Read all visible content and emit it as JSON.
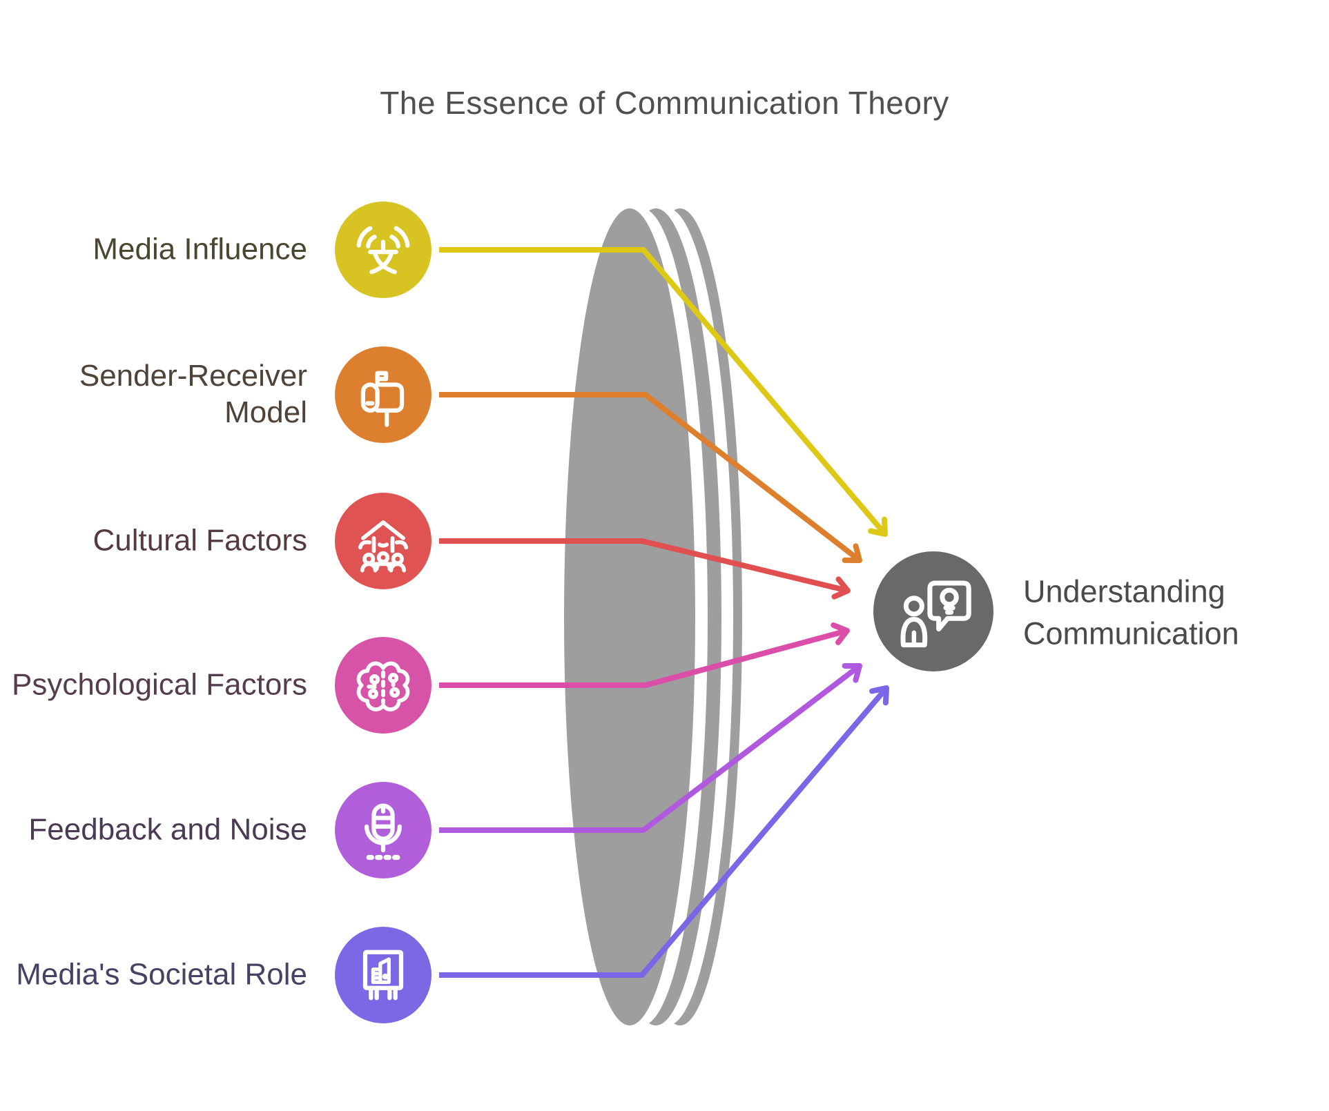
{
  "title": "The Essence of Communication Theory",
  "title_color": "#4f4f4f",
  "lens_color": "#9e9e9e",
  "rows": [
    {
      "label": "Media Influence",
      "icon": "language-signal-icon",
      "circle_color": "#d7c322",
      "line_color": "#ddc915",
      "label_color": "#4a4630"
    },
    {
      "label": "Sender-Receiver Model",
      "icon": "mailbox-icon",
      "circle_color": "#dc7f2e",
      "line_color": "#dd7f2d",
      "label_color": "#4f4237"
    },
    {
      "label": "Cultural Factors",
      "icon": "community-house-icon",
      "circle_color": "#e05353",
      "line_color": "#e05050",
      "label_color": "#553b3d"
    },
    {
      "label": "Psychological Factors",
      "icon": "brain-icon",
      "circle_color": "#d653a8",
      "line_color": "#da4da8",
      "label_color": "#553c4e"
    },
    {
      "label": "Feedback and Noise",
      "icon": "microphone-icon",
      "circle_color": "#b15edb",
      "line_color": "#b059de",
      "label_color": "#4c3a55"
    },
    {
      "label": "Media's Societal Role",
      "icon": "billboard-icon",
      "circle_color": "#7b68e4",
      "line_color": "#7a66e6",
      "label_color": "#474263"
    }
  ],
  "result": {
    "label": "Understanding Communication",
    "icon": "person-speech-lightbulb-icon",
    "circle_color": "#696969",
    "label_color": "#4a4a4a"
  }
}
